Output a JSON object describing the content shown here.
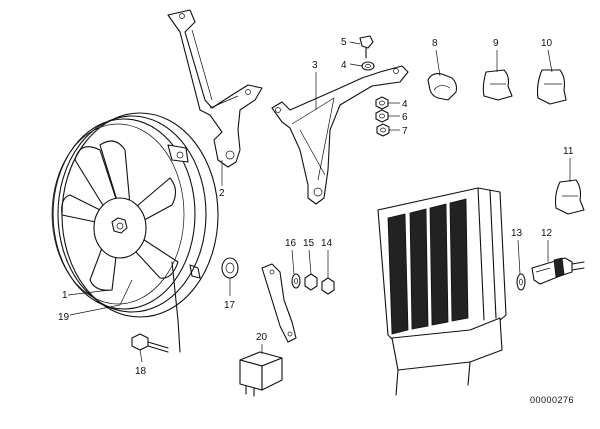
{
  "diagram": {
    "document_number": "00000276",
    "labels": {
      "fan": "1",
      "fan_bracket_left": "2",
      "fan_bracket_right": "3",
      "nut_upper": "4",
      "nut_right_1": "4",
      "bolt_top": "5",
      "nut_right_2": "6",
      "nut_right_3": "7",
      "clip_a": "8",
      "clip_b": "9",
      "clip_c": "10",
      "clip_d": "11",
      "temp_switch": "12",
      "washer_radiator": "13",
      "nut_14": "14",
      "nut_15": "15",
      "washer_16": "16",
      "grommet_17": "17",
      "bolt_18": "18",
      "fan_blade": "19",
      "relay": "20"
    }
  }
}
